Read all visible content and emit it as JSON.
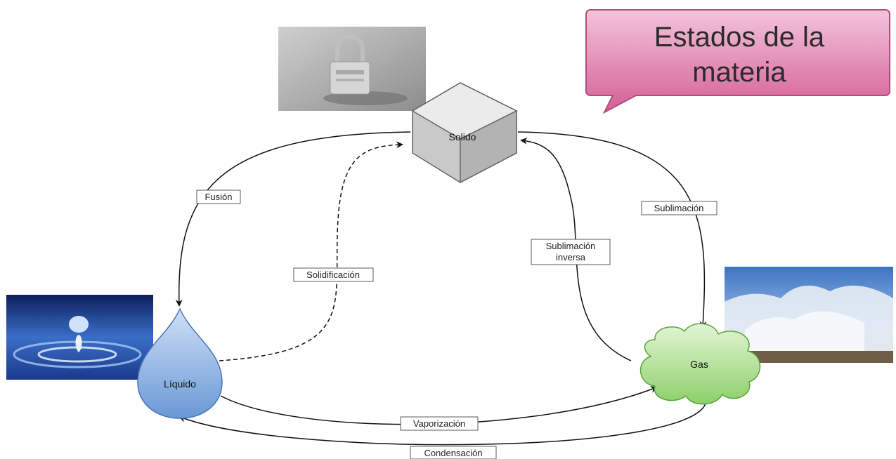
{
  "title": {
    "line1": "Estados de la",
    "line2": "materia"
  },
  "nodes": {
    "solid": "Solido",
    "liquid": "Líquido",
    "gas": "Gas"
  },
  "transitions": {
    "fusion": "Fusión",
    "solidification": "Solidificación",
    "sublimation": "Sublimación",
    "inverse_sublimation_1": "Sublimación",
    "inverse_sublimation_2": "inversa",
    "vaporization": "Vaporización",
    "condensation": "Condensación"
  },
  "colors": {
    "title_fill": "#d96ea0",
    "solid_fill": "#d4d4d4",
    "liquid_fill": "#86aee0",
    "gas_fill": "#a8da8a"
  }
}
